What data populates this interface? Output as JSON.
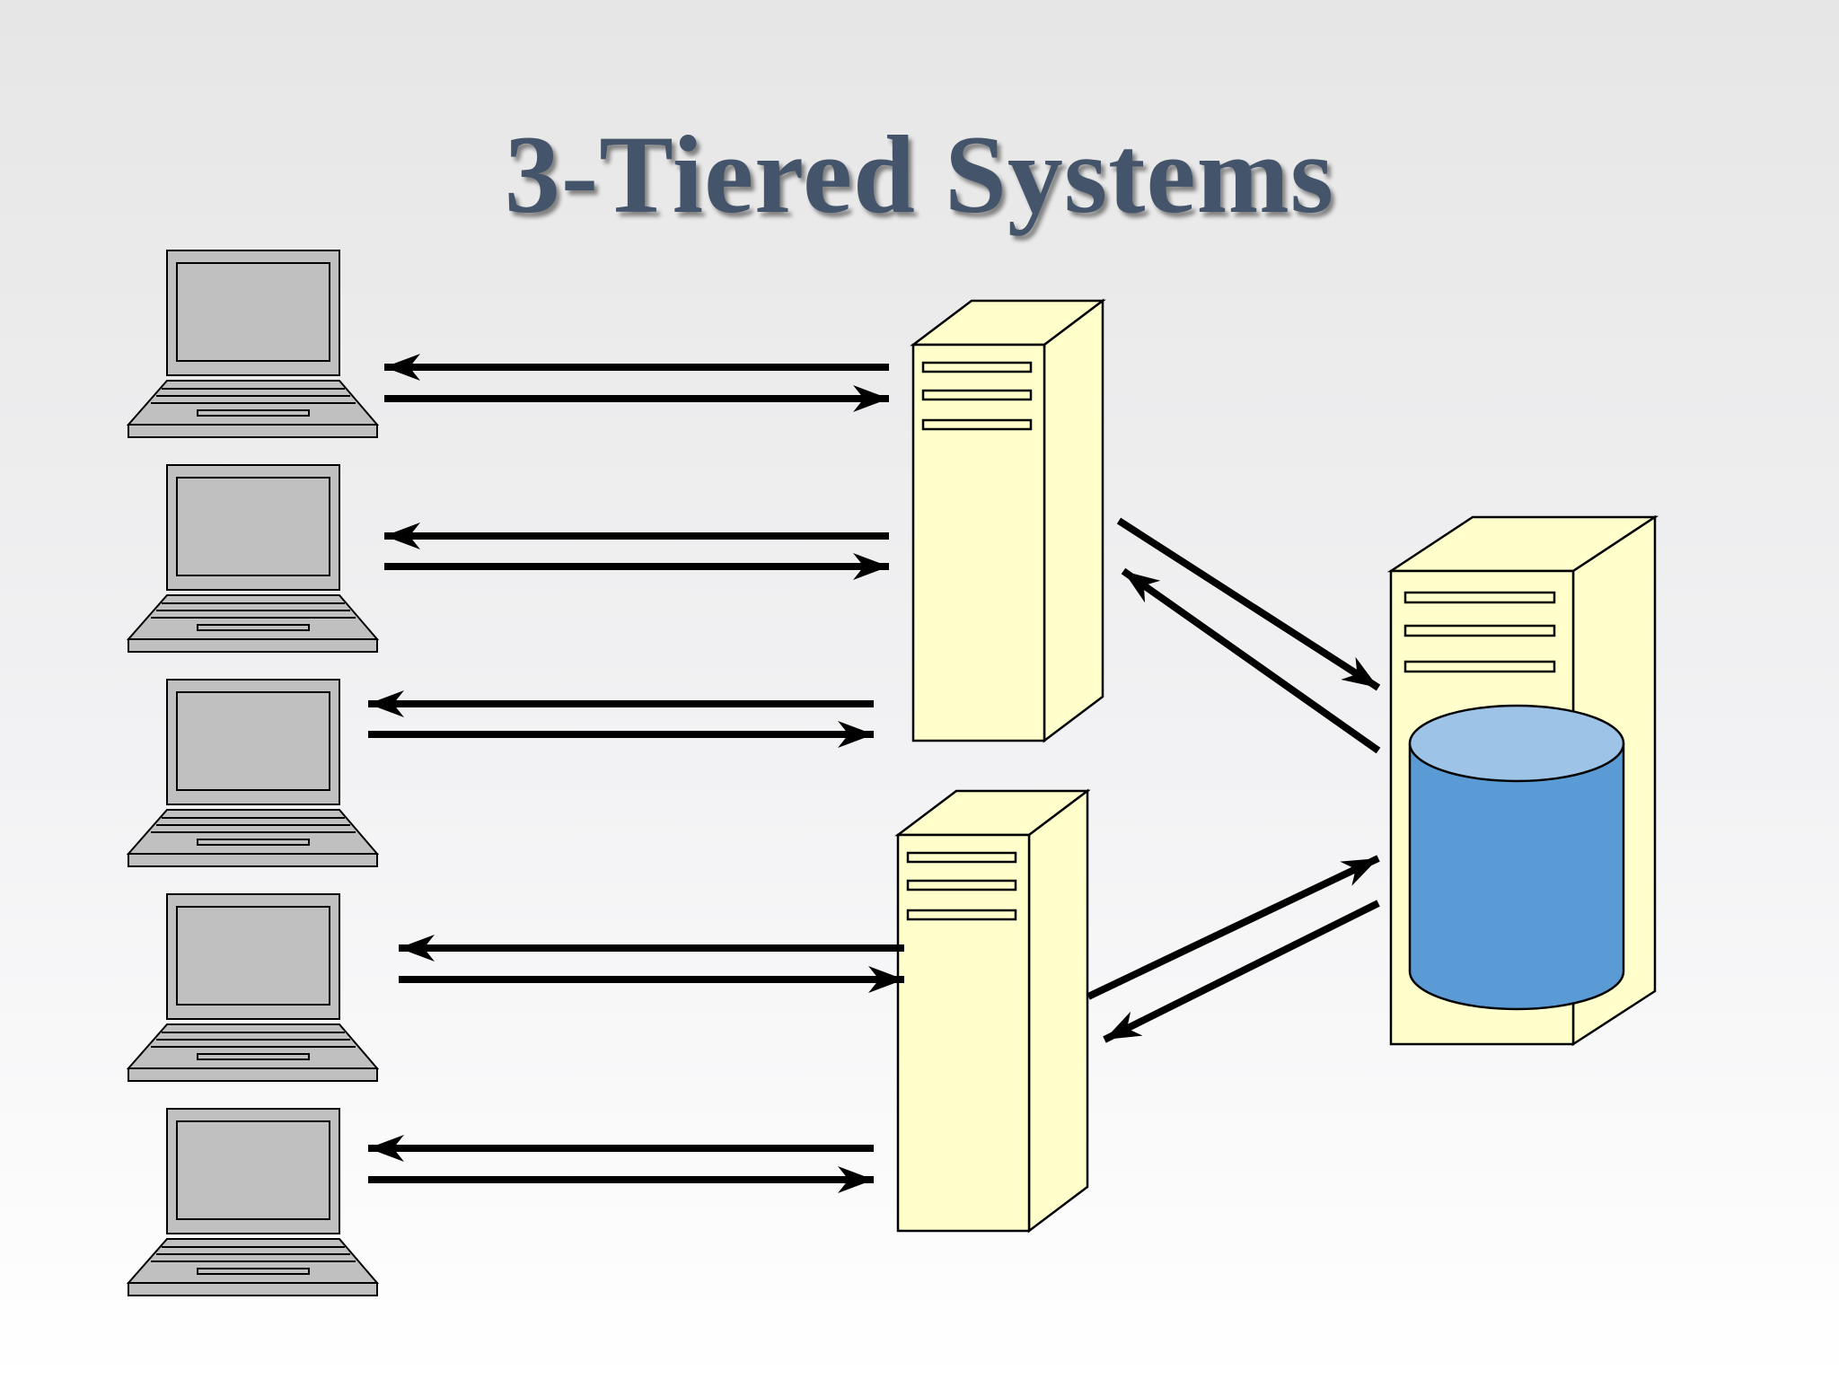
{
  "slide": {
    "title": "3-Tiered Systems"
  },
  "colors": {
    "laptop_fill": "#c0c0c0",
    "server_front": "#ffffcc",
    "server_side": "#ffffcc",
    "database_body": "#5b9bd5",
    "database_top": "#9dc3e6",
    "arrow": "#000000",
    "title": "#44546a"
  },
  "diagram": {
    "client_tier": {
      "icon": "laptop-icon",
      "count": 5
    },
    "application_tier": {
      "icon": "server-icon",
      "count": 2
    },
    "data_tier": {
      "icon": "database-server-icon",
      "count": 1
    },
    "connections": [
      {
        "from": "client-1",
        "to": "app-server-1",
        "direction": "bidirectional"
      },
      {
        "from": "client-2",
        "to": "app-server-1",
        "direction": "bidirectional"
      },
      {
        "from": "client-3",
        "to": "app-server-1",
        "direction": "bidirectional"
      },
      {
        "from": "client-4",
        "to": "app-server-2",
        "direction": "bidirectional"
      },
      {
        "from": "client-5",
        "to": "app-server-2",
        "direction": "bidirectional"
      },
      {
        "from": "app-server-1",
        "to": "database-server",
        "direction": "bidirectional"
      },
      {
        "from": "app-server-2",
        "to": "database-server",
        "direction": "bidirectional"
      }
    ]
  }
}
